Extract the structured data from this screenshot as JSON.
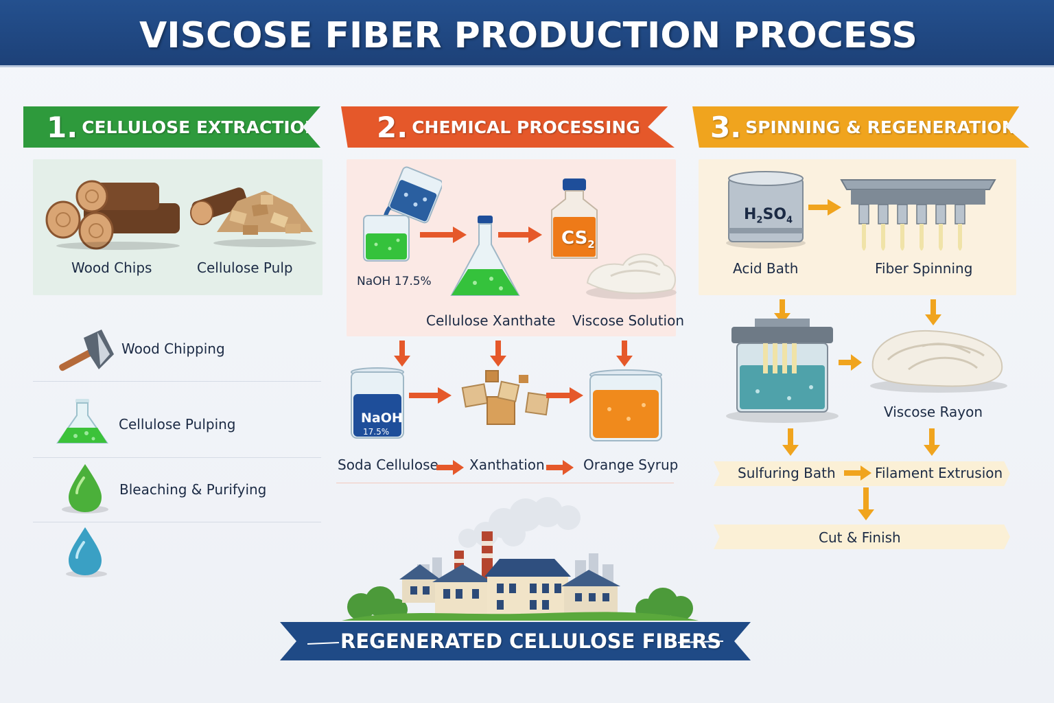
{
  "title": "VISCOSE FIBER PRODUCTION PROCESS",
  "sections": [
    {
      "number": "1.",
      "title": "CELLULOSE EXTRACTION",
      "color": "#2e9a3c"
    },
    {
      "number": "2.",
      "title": "CHEMICAL PROCESSING",
      "color": "#e5582a"
    },
    {
      "number": "3.",
      "title": "SPINNING & REGENERATION",
      "color": "#f0a41e"
    }
  ],
  "extraction": {
    "panel_items": [
      "Wood Chips",
      "Cellulose Pulp"
    ],
    "steps": [
      "Wood Chipping",
      "Cellulose Pulping",
      "Bleaching & Purifying"
    ],
    "icons": [
      "axe-icon",
      "flask-icon",
      "green-drop-icon",
      "blue-drop-icon"
    ]
  },
  "chemical": {
    "naoh_label": "NaOH 17.5%",
    "cs2_label": "CS",
    "cs2_sub": "2",
    "top_items": [
      "Cellulose Xanthate",
      "Viscose Solution"
    ],
    "beaker_text": "NaOH",
    "beaker_sub": "17.5%",
    "bottom_flow": [
      "Soda Cellulose",
      "Xanthation",
      "Orange Syrup"
    ]
  },
  "spinning": {
    "acid_label": "H",
    "acid_sub1": "2",
    "acid_mid": "SO",
    "acid_sub2": "4",
    "top_items": [
      "Acid Bath",
      "Fiber Spinning"
    ],
    "rayon_label": "Viscose Rayon",
    "flow": [
      "Sulfuring Bath",
      "Filament Extrusion"
    ],
    "finish": "Cut & Finish"
  },
  "footer_banner": "REGENERATED CELLULOSE FIBERS"
}
